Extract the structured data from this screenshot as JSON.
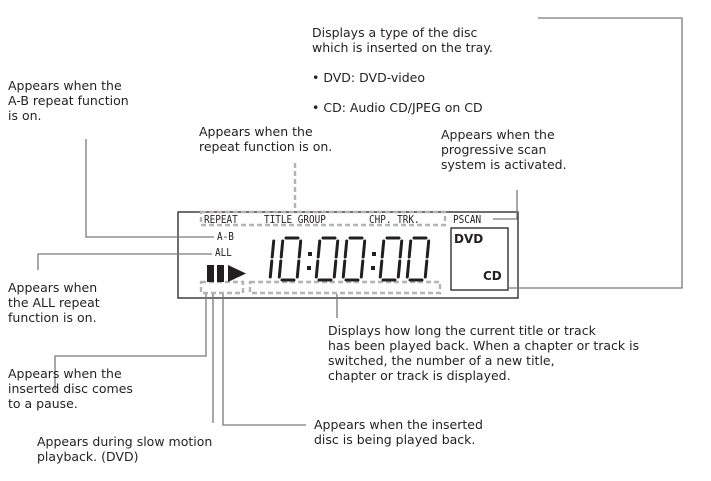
{
  "callouts": {
    "disc_type": {
      "text": "Displays a type of the disc\nwhich is inserted on the tray.",
      "bullets": [
        "• DVD: DVD-video",
        "• CD: Audio CD/JPEG on CD"
      ]
    },
    "ab_repeat": "Appears when the\nA-B repeat function\nis on.",
    "repeat": "Appears when the\nrepeat function is on.",
    "progressive": "Appears when the\nprogressive scan\nsystem is activated.",
    "all_repeat": "Appears when\nthe ALL repeat\nfunction is on.",
    "pause": "Appears when the\ninserted disc comes\nto a pause.",
    "slow_motion": "Appears during slow motion\nplayback. (DVD)",
    "playback": "Appears when the inserted\ndisc is being played back.",
    "time": "Displays how long the current title or track\nhas been played back. When a chapter or track is\nswitched, the number of a new title,\nchapter or track is displayed."
  },
  "display": {
    "repeat": "REPEAT",
    "title_group": "TITLE GROUP",
    "chp_trk": "CHP. TRK.",
    "pscan": "PSCAN",
    "dvd": "DVD",
    "cd": "CD",
    "ab": "A-B",
    "all": "ALL",
    "digits": "10:00:00"
  },
  "colors": {
    "leader_line": "#7a7a7a",
    "dashed_frame": "#b3b3b3",
    "text": "#231f20"
  }
}
